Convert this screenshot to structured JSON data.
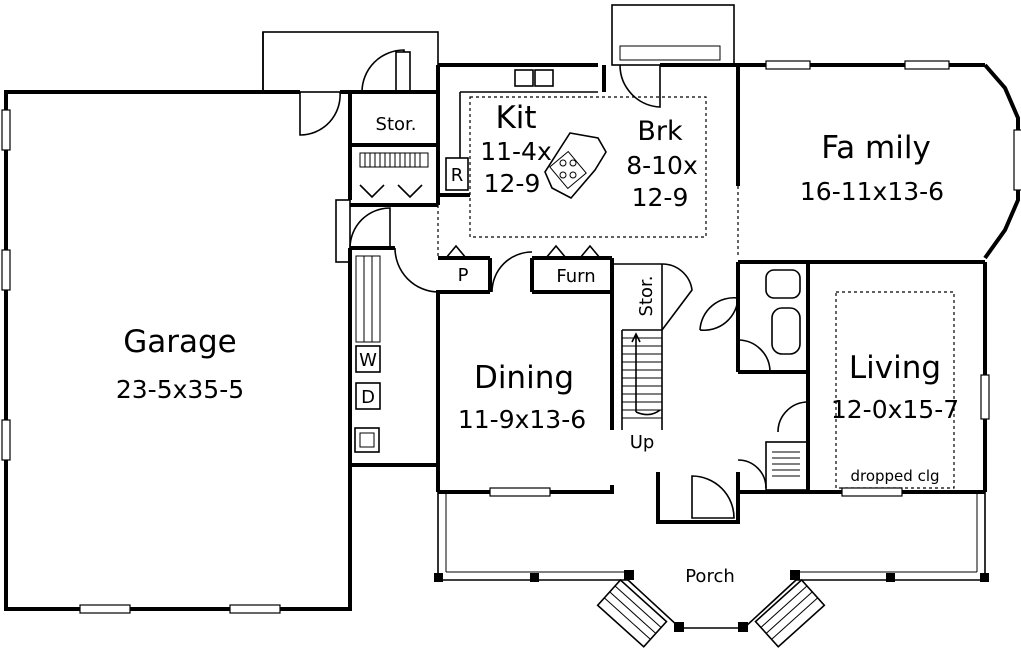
{
  "rooms": {
    "garage": {
      "name": "Garage",
      "dims": "23-5x35-5"
    },
    "kitchen": {
      "name": "Kit",
      "dims_line1": "11-4x",
      "dims_line2": "12-9"
    },
    "breakfast": {
      "name": "Brk",
      "dims_line1": "8-10x",
      "dims_line2": "12-9"
    },
    "family": {
      "name": "Fa mily",
      "dims": "16-11x13-6"
    },
    "dining": {
      "name": "Dining",
      "dims": "11-9x13-6"
    },
    "living": {
      "name": "Living",
      "dims": "12-0x15-7",
      "note": "dropped clg"
    },
    "storage_top": {
      "name": "Stor."
    },
    "storage_stair": {
      "name": "Stor."
    },
    "porch": {
      "name": "Porch"
    }
  },
  "fixtures": {
    "refrigerator": "R",
    "pantry": "P",
    "furnace": "Furn",
    "washer": "W",
    "dryer": "D",
    "stair_up": "Up"
  }
}
